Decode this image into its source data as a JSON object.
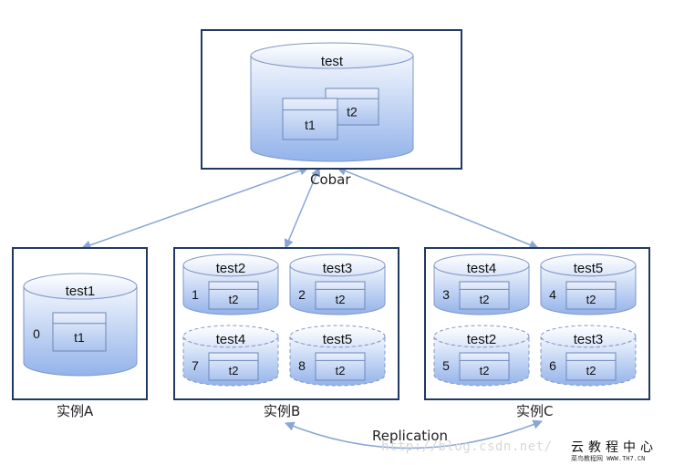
{
  "cobar": {
    "db_label": "test",
    "tables": [
      "t1",
      "t2"
    ],
    "caption": "Cobar"
  },
  "instances": [
    {
      "caption": "实例A",
      "dbs": [
        {
          "name": "test1",
          "num": "0",
          "table": "t1",
          "dashed": false
        }
      ]
    },
    {
      "caption": "实例B",
      "dbs": [
        {
          "name": "test2",
          "num": "1",
          "table": "t2",
          "dashed": false
        },
        {
          "name": "test3",
          "num": "2",
          "table": "t2",
          "dashed": false
        },
        {
          "name": "test4",
          "num": "7",
          "table": "t2",
          "dashed": true
        },
        {
          "name": "test5",
          "num": "8",
          "table": "t2",
          "dashed": true
        }
      ]
    },
    {
      "caption": "实例C",
      "dbs": [
        {
          "name": "test4",
          "num": "3",
          "table": "t2",
          "dashed": false
        },
        {
          "name": "test5",
          "num": "4",
          "table": "t2",
          "dashed": false
        },
        {
          "name": "test2",
          "num": "5",
          "table": "t2",
          "dashed": true
        },
        {
          "name": "test3",
          "num": "6",
          "table": "t2",
          "dashed": true
        }
      ]
    }
  ],
  "replication_label": "Replication",
  "watermark": "http://blog.csdn.net/",
  "logo": {
    "title": "云教程中心",
    "subtitle": "菜鸟教程网 WWW.TH7.CN"
  },
  "colors": {
    "box_border": "#1f3864",
    "cylinder_top": "#e8eefb",
    "cylinder_bottom": "#8fb0e8",
    "cylinder_stroke": "#7f97c8",
    "arrow": "#8aa6d4"
  }
}
